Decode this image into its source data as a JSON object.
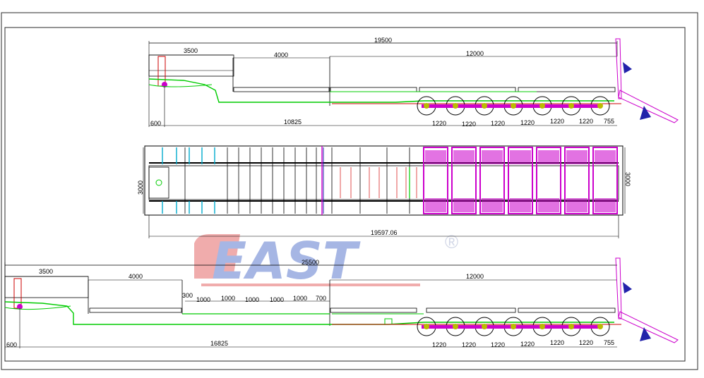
{
  "watermark": {
    "text": "EAST",
    "registered": "®"
  },
  "colors": {
    "outline": "#000000",
    "frame": "#2a2a2a",
    "chassis": "#00cc00",
    "axle": "#cc00cc",
    "gooseneck": "#cc0000",
    "cross_member_blue": "#00aacc",
    "ramp": "#2222aa",
    "hub": "#bbbb00",
    "watermark_red": "#e04848",
    "watermark_blue": "#3b5ec4"
  },
  "top_view": {
    "overall": "19500",
    "gooseneck_length": "3500",
    "deck_step": "4000",
    "main_deck": "12000",
    "front_overhang": "600",
    "to_first_axle": "10825",
    "axle_spacings": [
      "1220",
      "1220",
      "1220",
      "1220",
      "1220",
      "1220"
    ],
    "rear_overhang": "755"
  },
  "plan_view": {
    "length": "19597.06",
    "width_left": "3000",
    "width_right": "3000"
  },
  "bottom_view": {
    "overall": "25500",
    "gooseneck_length": "3500",
    "deck_step": "4000",
    "main_deck": "12000",
    "extension_start": "300",
    "extension_steps": [
      "1000",
      "1000",
      "1000",
      "1000",
      "1000"
    ],
    "extension_end": "700",
    "front_overhang": "600",
    "to_first_axle": "16825",
    "axle_spacings": [
      "1220",
      "1220",
      "1220",
      "1220",
      "1220",
      "1220"
    ],
    "rear_overhang": "755"
  }
}
